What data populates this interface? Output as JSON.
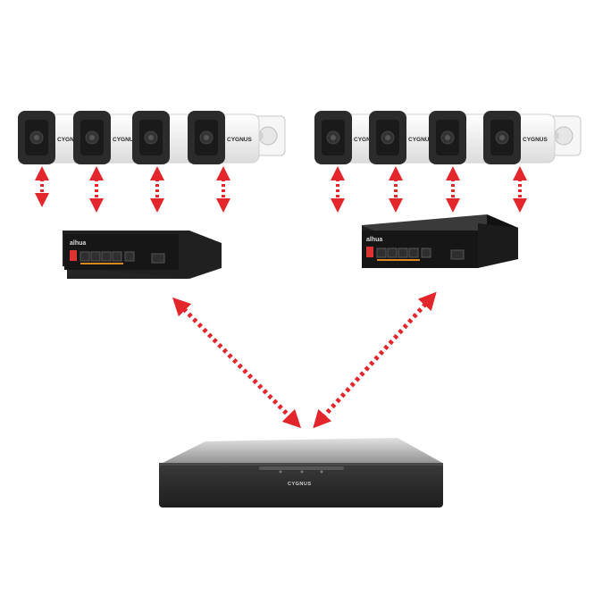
{
  "colors": {
    "link": "#e3262c",
    "camera_body": "#f4f4f4",
    "camera_face": "#2b2b2b",
    "switch_body": "#1c1c1c",
    "nvr_body": "#2a2a2a"
  },
  "icons": {
    "camera": "bullet-camera-icon",
    "switch": "poe-switch-icon",
    "recorder": "nvr-recorder-icon"
  },
  "camera_brand": "CYGNUS",
  "switch_brand": "alhua",
  "nvr_brand": "CYGNUS",
  "groups": [
    {
      "cameras": 4
    },
    {
      "cameras": 4
    }
  ]
}
